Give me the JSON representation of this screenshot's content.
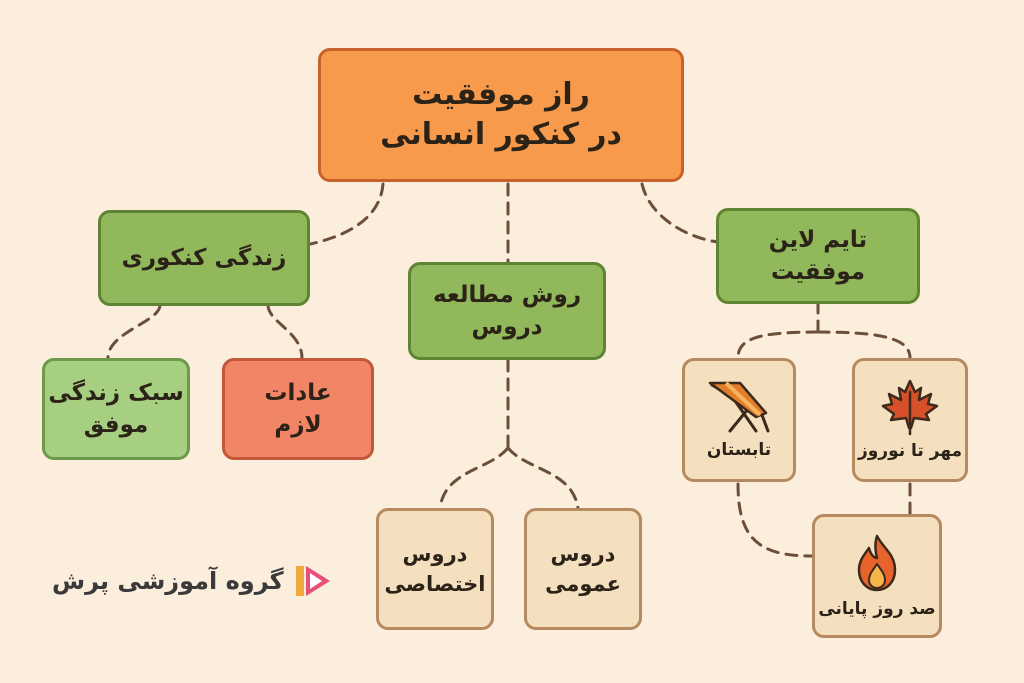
{
  "root": {
    "line1": "راز موفقیت",
    "line2": "در کنکور انسانی"
  },
  "branches": {
    "lifestyle": {
      "label": "زندگی کنکوری",
      "children": [
        {
          "line1": "سبک زندگی",
          "line2": "موفق"
        },
        {
          "line1": "عادات",
          "line2": "لازم"
        }
      ]
    },
    "study": {
      "line1": "روش مطالعه",
      "line2": "دروس",
      "children": [
        {
          "line1": "دروس",
          "line2": "اختصاصی"
        },
        {
          "line1": "دروس",
          "line2": "عمومی"
        }
      ]
    },
    "timeline": {
      "label": "تایم لاین موفقیت",
      "items": [
        {
          "label": "تابستان",
          "icon": "beach-chair-icon"
        },
        {
          "label": "مهر تا نوروز",
          "icon": "maple-leaf-icon"
        },
        {
          "label": "صد روز پایانی",
          "icon": "fire-icon"
        }
      ]
    }
  },
  "brand": {
    "name": "گروه آموزشی پرش",
    "logo": "play-logo-icon"
  },
  "colors": {
    "background": "#fbeedd",
    "root": "#f79a4b",
    "branch_green": "#92b85c",
    "leaf_green": "#a6cf82",
    "leaf_red": "#f28566",
    "leaf_beige": "#f4dfbf",
    "connector": "#6b4f3a"
  }
}
